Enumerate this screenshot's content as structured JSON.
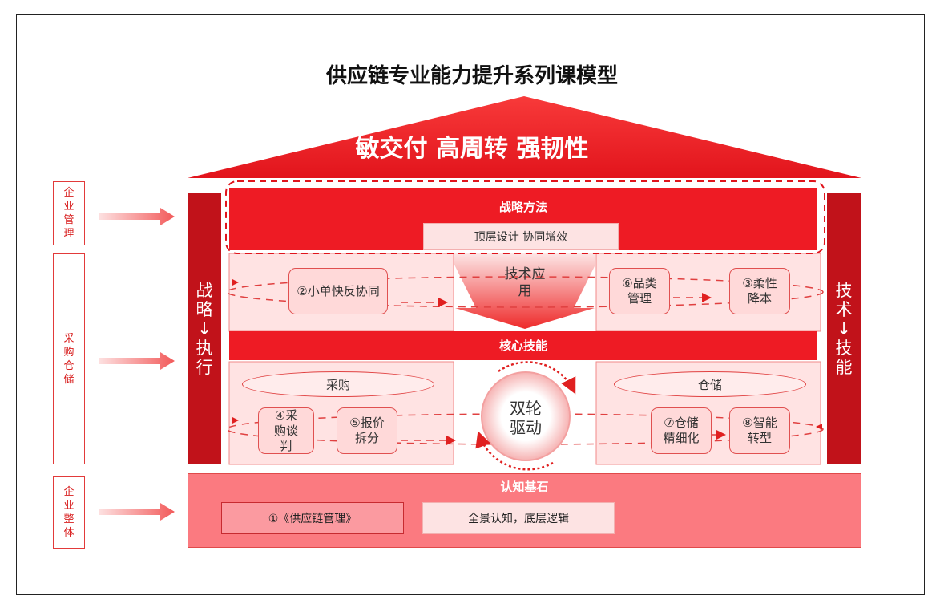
{
  "title": "供应链专业能力提升系列课模型",
  "roof": "敏交付 高周转 强韧性",
  "left_labels": [
    "企业管理",
    "采购仓储",
    "企业整体"
  ],
  "pillars": {
    "left": "战略↓执行",
    "right": "技术↓技能"
  },
  "strategy": {
    "title": "战略方法",
    "subtitle": "顶层设计 协同增效"
  },
  "tech_application": "技术应用",
  "core_skills": "核心技能",
  "upper_left_course": "②小单快反协同",
  "upper_right_courses": [
    "⑥品类管理",
    "③柔性降本"
  ],
  "procurement": {
    "label": "采购",
    "courses": [
      "④采购谈判",
      "⑤报价拆分"
    ]
  },
  "warehouse": {
    "label": "仓储",
    "courses": [
      "⑦仓储精细化",
      "⑧智能转型"
    ]
  },
  "dual_drive": "双轮驱动",
  "foundation": {
    "title": "认知基石",
    "course": "①《供应链管理》",
    "desc": "全景认知，底层逻辑"
  },
  "colors": {
    "primary_red": "#ee1b24",
    "dark_red": "#c1121a",
    "light_pink": "#ffe3e3",
    "foundation_pink": "#fb7a80"
  }
}
